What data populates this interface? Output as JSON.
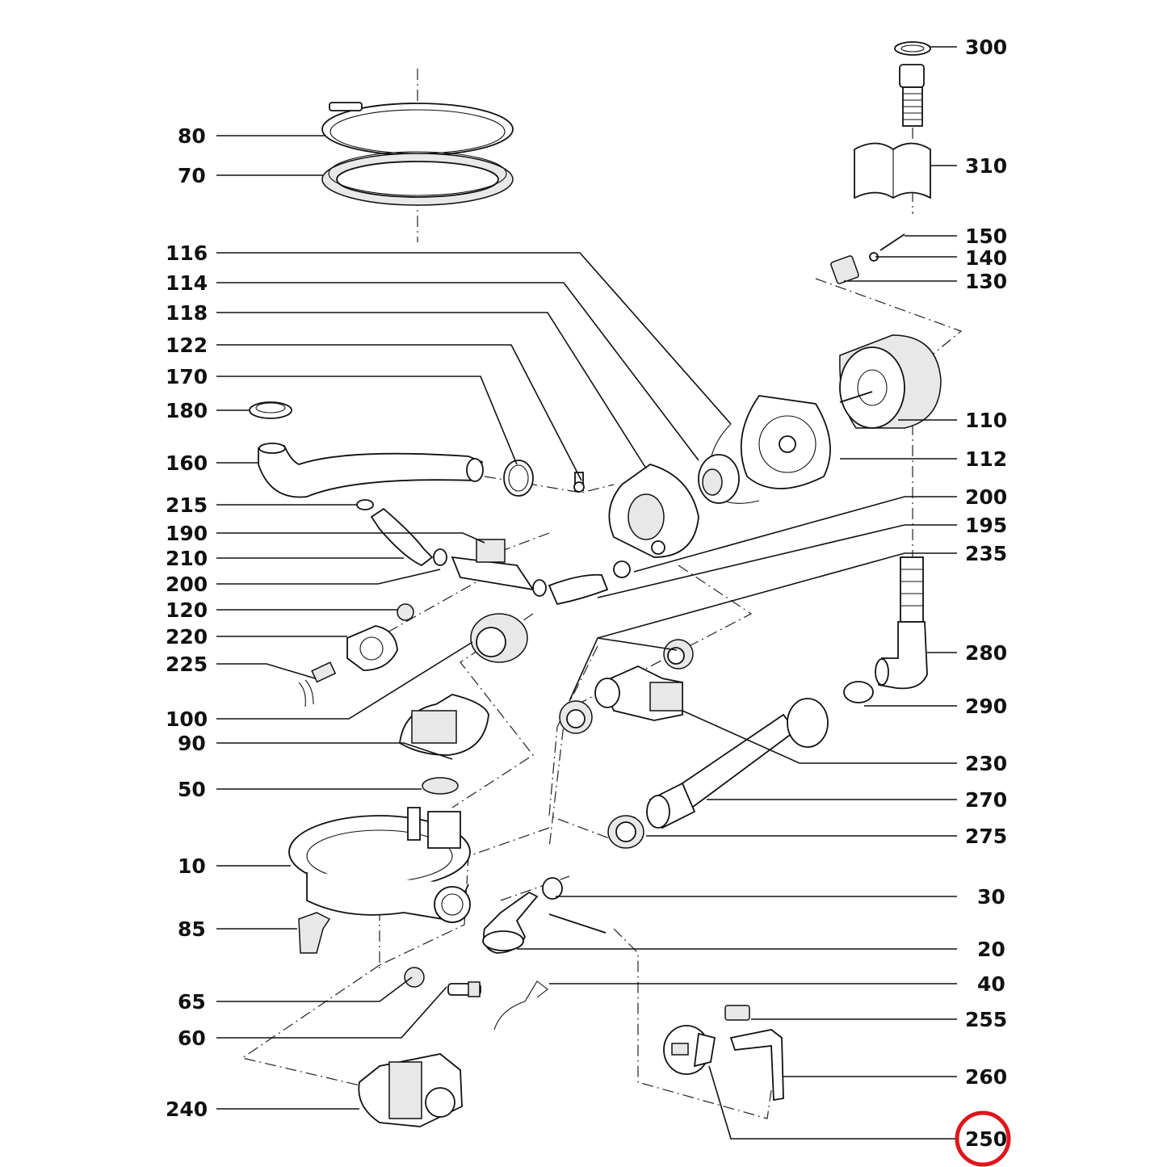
{
  "labels": {
    "l300": "300",
    "l310": "310",
    "l150": "150",
    "l140": "140",
    "l130": "130",
    "l80": "80",
    "l70": "70",
    "l116": "116",
    "l114": "114",
    "l118": "118",
    "l122": "122",
    "l170": "170",
    "l180": "180",
    "l160": "160",
    "l215": "215",
    "l190": "190",
    "l210": "210",
    "l200a": "200",
    "l120": "120",
    "l220": "220",
    "l225": "225",
    "l100": "100",
    "l90": "90",
    "l50": "50",
    "l10": "10",
    "l85": "85",
    "l65": "65",
    "l60": "60",
    "l240": "240",
    "l110": "110",
    "l112": "112",
    "l200b": "200",
    "l195": "195",
    "l235": "235",
    "l280": "280",
    "l290": "290",
    "l230": "230",
    "l270": "270",
    "l275": "275",
    "l30": "30",
    "l20": "20",
    "l40": "40",
    "l255": "255",
    "l260": "260",
    "l250": "250"
  },
  "highlight": {
    "part": "250",
    "color": "#e0151b"
  }
}
